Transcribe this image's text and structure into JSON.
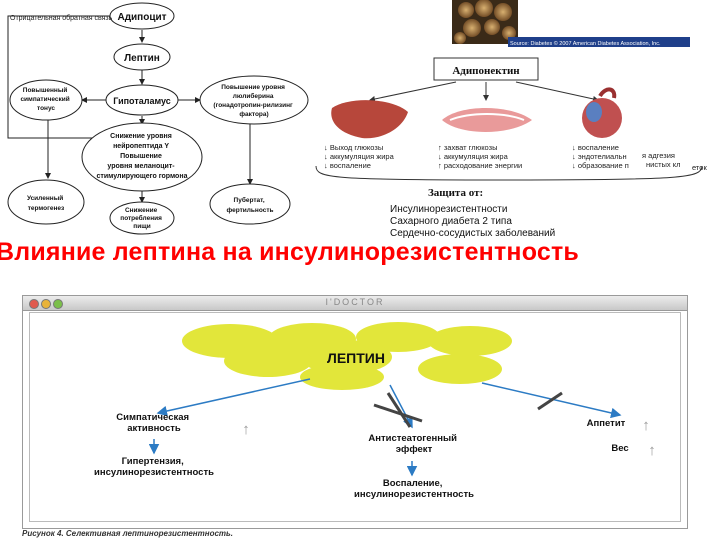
{
  "left_diagram": {
    "side_label": "Отрицательная обратная связь",
    "nodes": {
      "adipocyte": "Адипоцит",
      "leptin": "Лептин",
      "hypothalamus": "Гипоталамус",
      "sympathetic": [
        "Повышенный",
        "симпатический",
        "тонус"
      ],
      "npy": [
        "Снижение уровня",
        "нейропептида Y",
        "Повышение",
        "уровня меланоцит-",
        "стимулирующего гормона"
      ],
      "gnrh": [
        "Повышение уровня",
        "люлиберина",
        "(гонадотропин-рилизинг",
        "фактора)"
      ],
      "thermogenesis": [
        "Усиленный",
        "термогенез"
      ],
      "food": [
        "Снижение",
        "потребления",
        "пищи"
      ],
      "puberty": [
        "Пубертат,",
        "фертильность"
      ]
    }
  },
  "right_diagram": {
    "source": "Source: Diabetes © 2007 American Diabetes Association, Inc.",
    "adiponectin": "Адипонектин",
    "liver": [
      "↓ Выход глюкозы",
      "↓ аккумуляция жира",
      "↓ воспаление"
    ],
    "muscle": [
      "↑ захват глюкозы",
      "↓ аккумуляция жира",
      "↑ расходование энергии"
    ],
    "vessel": [
      "↓ воспаление",
      "↓ эндотелиальн",
      "↓ образование п"
    ],
    "vessel_extra": [
      "я адгезия",
      "нистых кл",
      "еток"
    ],
    "protection_title": "Защита от:",
    "protection": [
      "Инсулинорезистентности",
      "Сахарного диабета 2 типа",
      "Сердечно-сосудистых заболеваний"
    ]
  },
  "title": "Влияние лептина на инсулинорезистентность",
  "screenshot": {
    "window_title": "I'DOCTOR",
    "leptin": "ЛЕПТИН",
    "sympathetic": [
      "Симпатическая",
      "активность"
    ],
    "hypertension": [
      "Гипертензия,",
      "инсулинорезистентность"
    ],
    "antisteatogenic": [
      "Антистеатогенный",
      "эффект"
    ],
    "inflammation": [
      "Воспаление,",
      "инсулинорезистентность"
    ],
    "appetite": "Аппетит",
    "weight": "Вес",
    "up_arrow": "↑",
    "caption": "Рисунок 4. Селективная лептинорезистентность."
  },
  "colors": {
    "title_red": "#ff0000",
    "leptin_yellow": "#e2e63a",
    "arrow_blue": "#2c7bc4",
    "cross_dark": "#444444"
  }
}
